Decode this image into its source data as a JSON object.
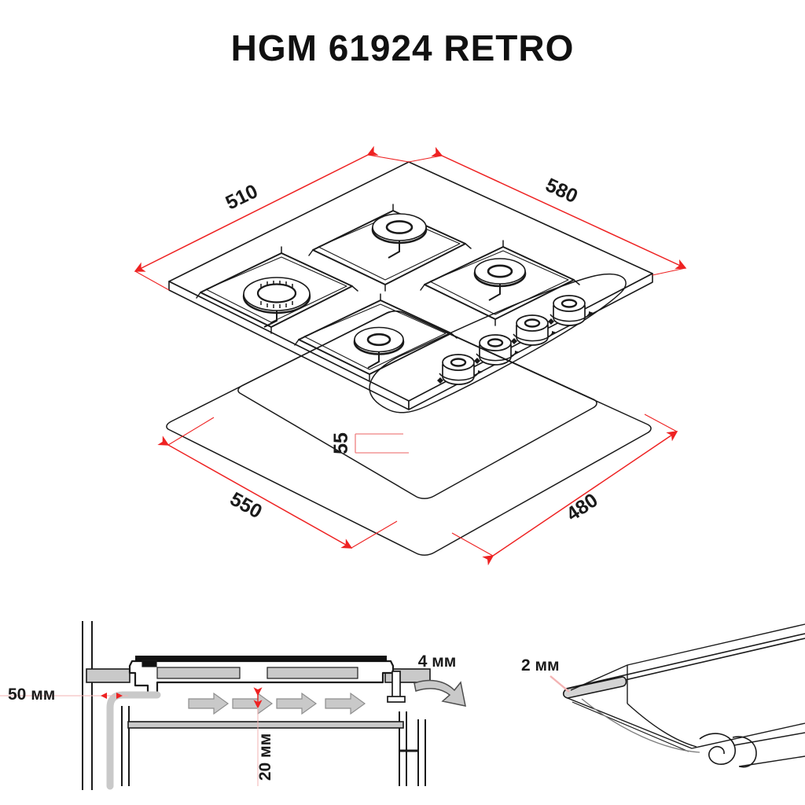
{
  "page": {
    "title": "HGM 61924 RETRO",
    "background_color": "#ffffff",
    "line_color": "#1a1a1a",
    "dimension_color": "#ee2222",
    "arrow_fill_color": "#c9c9c9",
    "panel_fill_color": "#d4d4d4"
  },
  "main_view": {
    "name": "isometric-hob-with-cutout-template",
    "dimensions": {
      "depth_label": "510",
      "width_label": "580",
      "cutout_width_label": "550",
      "cutout_depth_label": "480",
      "flange_label": "55"
    },
    "burner_count": 4,
    "knob_count": 4
  },
  "section_view": {
    "name": "side-section-installation-clearances",
    "labels": {
      "rear_clearance": "50 мм",
      "vent_gap": "20 мм",
      "front_gap": "4 мм"
    }
  },
  "edge_detail": {
    "name": "worktop-edge-seal-detail",
    "labels": {
      "seal_thickness": "2 мм"
    }
  }
}
